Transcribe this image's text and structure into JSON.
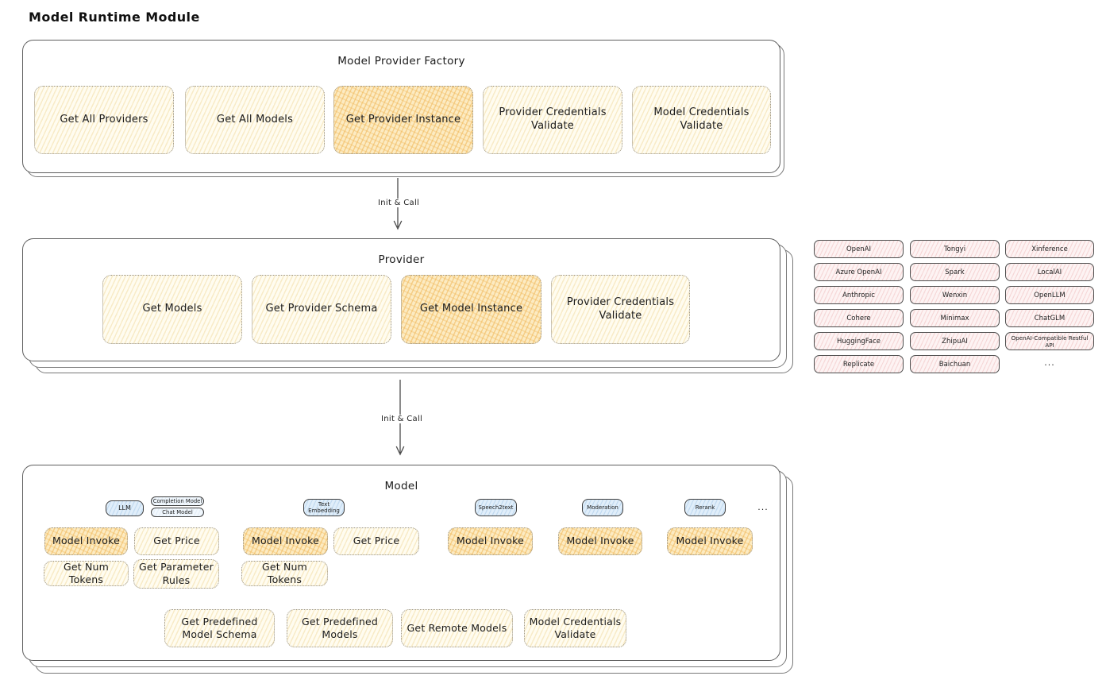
{
  "title": "Model Runtime Module",
  "factory": {
    "title": "Model Provider Factory",
    "buttons": [
      {
        "label": "Get All Providers"
      },
      {
        "label": "Get All Models"
      },
      {
        "label": "Get Provider Instance"
      },
      {
        "label": "Provider Credentials Validate"
      },
      {
        "label": "Model Credentials Validate"
      }
    ]
  },
  "flow": {
    "arrow1_label": "Init & Call",
    "arrow2_label": "Init & Call"
  },
  "provider": {
    "title": "Provider",
    "buttons": [
      {
        "label": "Get Models"
      },
      {
        "label": "Get Provider Schema"
      },
      {
        "label": "Get Model Instance"
      },
      {
        "label": "Provider Credentials Validate"
      }
    ]
  },
  "providers_list": {
    "items": [
      "OpenAI",
      "Tongyi",
      "Xinference",
      "Azure OpenAI",
      "Spark",
      "LocalAI",
      "Anthropic",
      "Wenxin",
      "OpenLLM",
      "Cohere",
      "Minimax",
      "ChatGLM",
      "HuggingFace",
      "ZhipuAI",
      "OpenAI-Compatible Restful API",
      "Replicate",
      "Baichuan"
    ],
    "more": "..."
  },
  "model": {
    "title": "Model",
    "tags": {
      "llm": "LLM",
      "completion": "Completion Model",
      "chat": "Chat Model",
      "text_embedding": "Text Embedding",
      "speech2text": "Speech2text",
      "moderation": "Moderation",
      "rerank": "Rerank",
      "more": "..."
    },
    "buttons": {
      "llm_invoke": "Model Invoke",
      "llm_price": "Get Price",
      "llm_tokens": "Get Num Tokens",
      "llm_rules": "Get Parameter Rules",
      "te_invoke": "Model Invoke",
      "te_price": "Get Price",
      "te_tokens": "Get Num Tokens",
      "s2t_invoke": "Model Invoke",
      "mod_invoke": "Model Invoke",
      "rerank_invoke": "Model Invoke",
      "predefined_schema": "Get Predefined Model Schema",
      "predefined_models": "Get Predefined Models",
      "remote_models": "Get Remote Models",
      "credentials_validate": "Model Credentials Validate"
    }
  },
  "colors": {
    "highlight_orange": "#eeb24d",
    "button_yellow": "#fffcf0",
    "tag_blue": "#e0eefa",
    "provider_pink": "#fdf3f3",
    "stroke": "#5f5f5f"
  }
}
